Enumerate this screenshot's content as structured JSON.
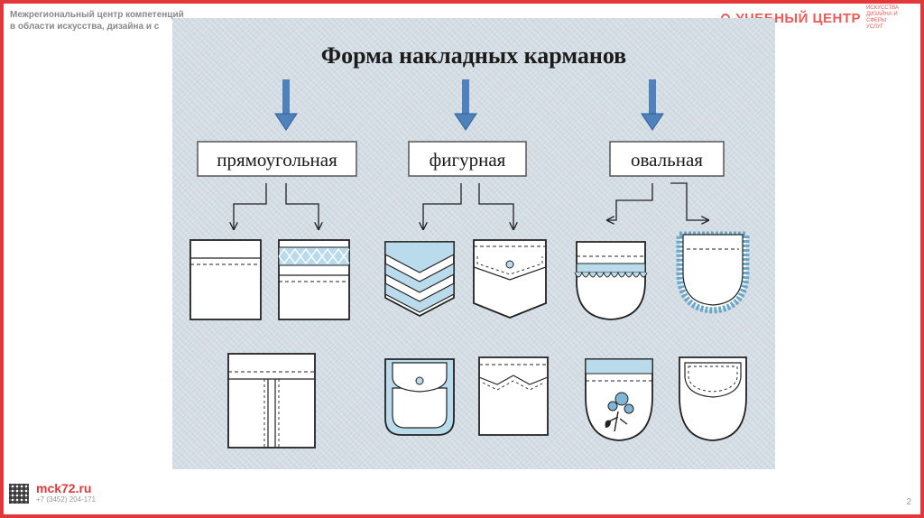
{
  "header": {
    "org_line1": "Межрегиональный центр компетенций",
    "org_line2": "в области искусства, дизайна и с",
    "brand": "УЧЕБНЫЙ ЦЕНТР",
    "brand_sub": "ИСКУССТВА ДИЗАЙНА И СФЕРЫ УСЛУГ"
  },
  "diagram": {
    "title": "Форма накладных карманов",
    "categories": [
      {
        "id": "rect",
        "label": "прямоугольная"
      },
      {
        "id": "figured",
        "label": "фигурная"
      },
      {
        "id": "oval",
        "label": "овальная"
      }
    ]
  },
  "footer": {
    "site": "mck72.ru",
    "phone": "+7 (3452) 204-171",
    "page": "2"
  },
  "colors": {
    "frame": "#e2383a",
    "accent_blue": "#b9dbeb",
    "arrow_blue": "#4f81bd"
  }
}
